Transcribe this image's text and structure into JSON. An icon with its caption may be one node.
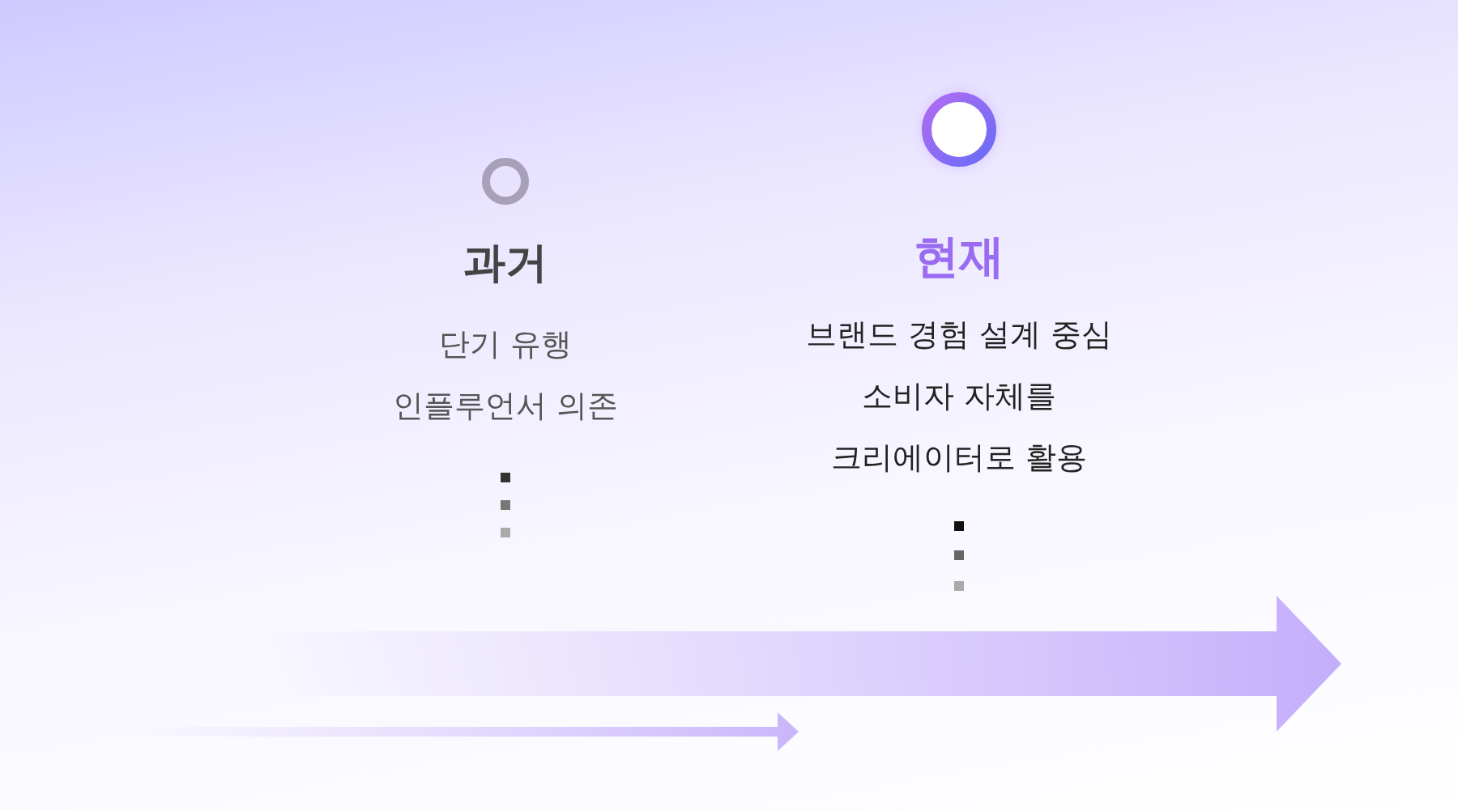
{
  "diagram": {
    "nodes": [
      {
        "text": [
          "과거",
          "단기 유행",
          "인플루언서 의존"
        ]
      },
      {
        "text": [
          "현재",
          "브랜드 경험 설계 중심",
          "소비자 자체를 크리에이터로 활용"
        ]
      }
    ]
  }
}
